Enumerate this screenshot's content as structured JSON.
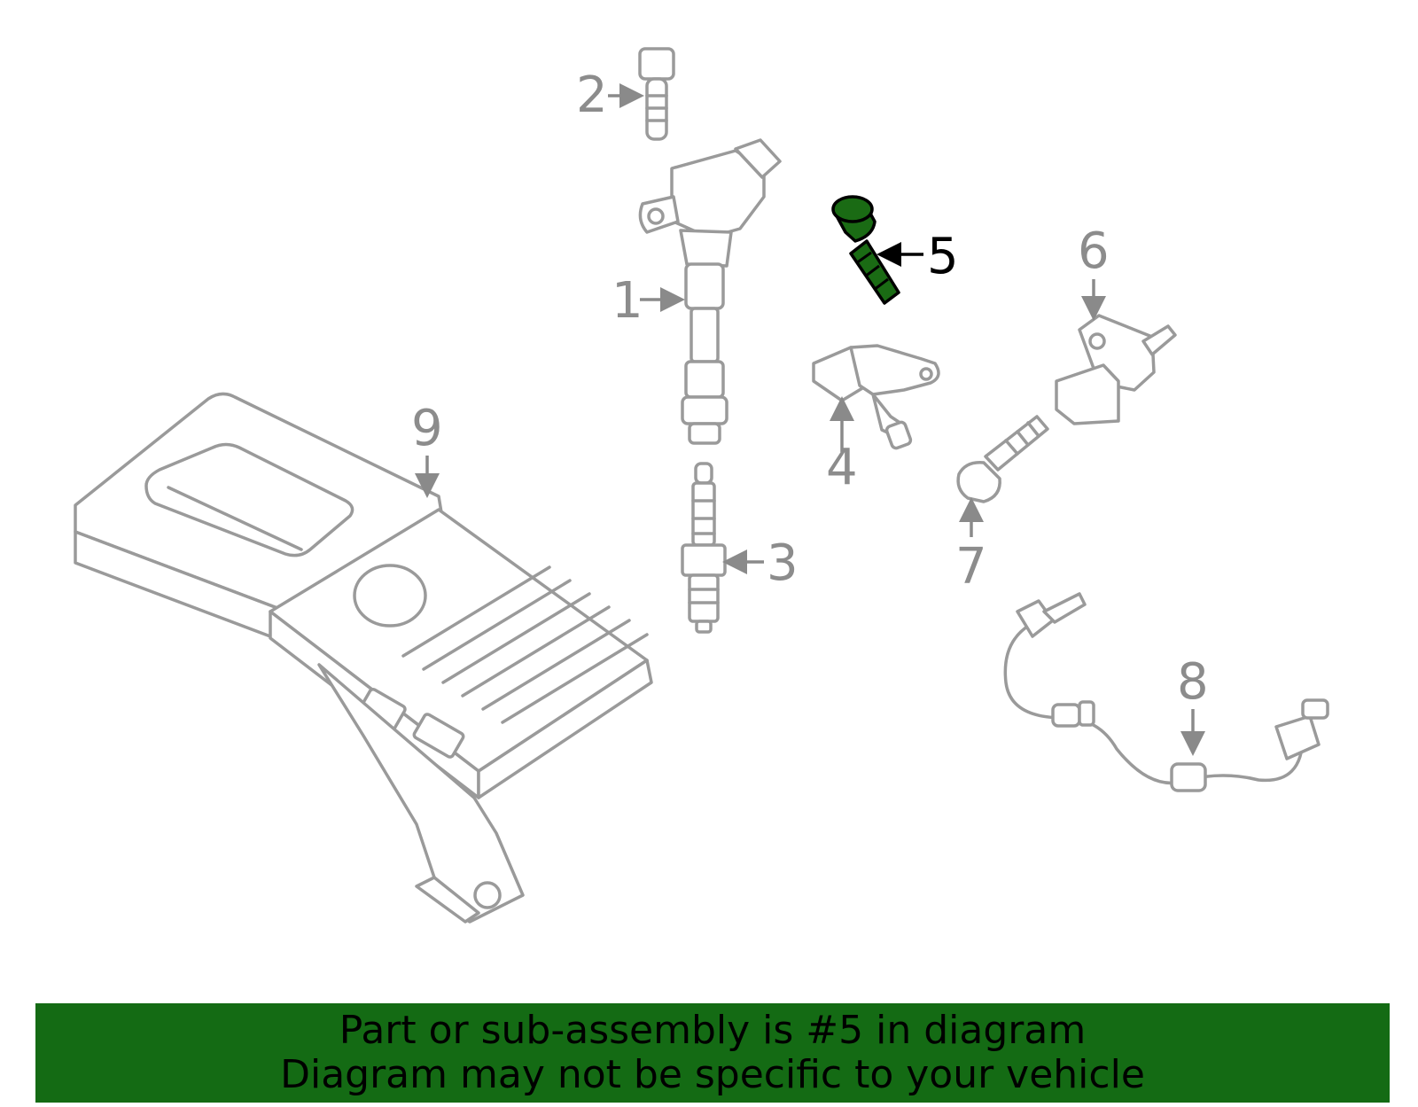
{
  "callouts": [
    "1",
    "2",
    "3",
    "4",
    "5",
    "6",
    "7",
    "8",
    "9"
  ],
  "highlighted_part": "5",
  "colors": {
    "line": "#9a9a9a",
    "highlight": "#1a6b14",
    "banner": "#146b14",
    "banner_text": "#000000"
  },
  "banner": {
    "line1": "Part or sub-assembly is #5 in diagram",
    "line2": "Diagram may not be specific to your vehicle"
  }
}
